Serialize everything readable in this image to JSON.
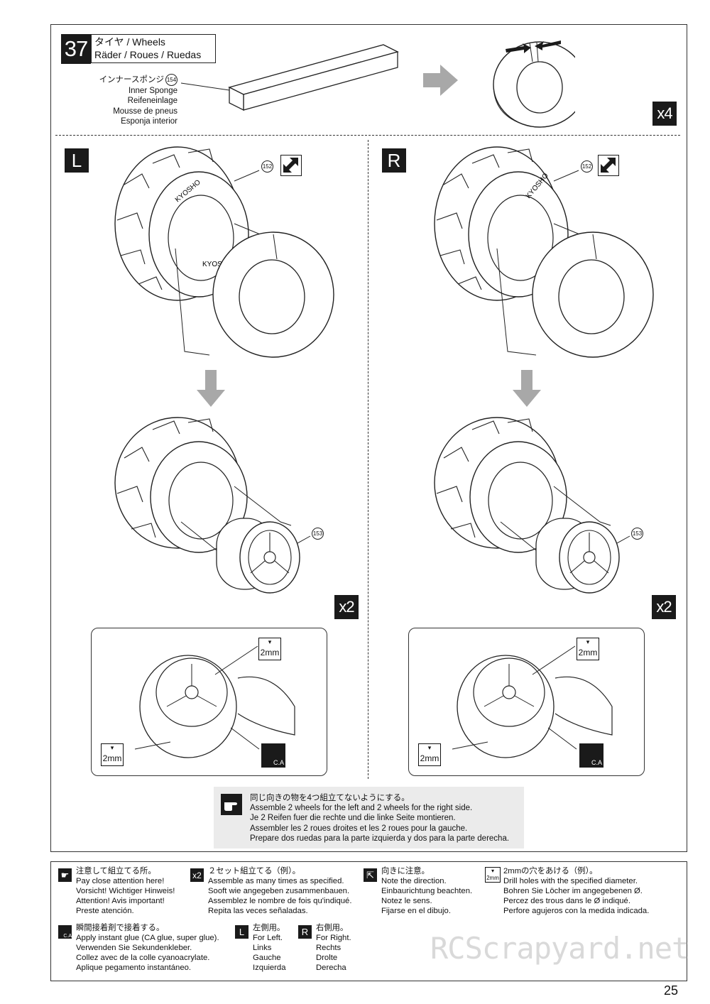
{
  "step": {
    "number": "37",
    "title_jp": "タイヤ / Wheels",
    "title_multi": "Räder / Roues / Ruedas"
  },
  "part": {
    "lines": [
      "インナースポンジ",
      "Inner Sponge",
      "Reifeneinlage",
      "Mousse de pneus",
      "Esponja interior"
    ],
    "number": "154"
  },
  "multipliers": {
    "sponge": "x4",
    "left": "x2",
    "right": "x2"
  },
  "sides": {
    "left": "L",
    "right": "R"
  },
  "parts": {
    "tire": "152",
    "wheel": "153"
  },
  "drill_label": "2mm",
  "ca_label": "C.A",
  "tire_brand": "KYOSHO",
  "note": {
    "lines": [
      "同じ向きの物を4つ組立てないようにする。",
      "Assemble 2 wheels for the left and 2 wheels for the right side.",
      "Je 2 Reifen fuer die rechte und die linke Seite montieren.",
      "Assembler les 2 roues droites et les 2 roues pour la gauche.",
      "Prepare dos ruedas para la parte izquierda y dos para la parte derecha."
    ]
  },
  "legend": {
    "attention": [
      "注意して組立てる所。",
      "Pay close attention here!",
      "Vorsicht!  Wichtiger Hinweis!",
      "Attention! Avis important!",
      "Preste atención."
    ],
    "times_icon": "x2",
    "times": [
      "２セット組立てる（例）。",
      "Assemble as many times as specified.",
      "Sooft wie angegeben zusammenbauen.",
      "Assemblez le nombre de fois qu'indiqué.",
      "Repita las veces señaladas."
    ],
    "direction": [
      "向きに注意。",
      "Note the direction.",
      "Einbaurichtung beachten.",
      "Notez le sens.",
      "Fijarse en el dibujo."
    ],
    "drill_icon": "2mm",
    "drill": [
      "2mmの穴をあける（例）。",
      "Drill holes with the specified diameter.",
      "Bohren Sie Löcher im angegebenen Ø.",
      "Percez des trous dans le Ø indiqué.",
      "Perfore agujeros con la medida indicada."
    ],
    "glue_icon": "C.A",
    "glue": [
      "瞬間接着剤で接着する。",
      "Apply instant glue (CA glue, super glue).",
      "Verwenden Sie Sekundenkleber.",
      "Collez avec de la colle cyanoacrylate.",
      "Aplique pegamento instantáneo."
    ],
    "left_icon": "L",
    "left": [
      "左側用。",
      "For Left.",
      "Links",
      "Gauche",
      "Izquierda"
    ],
    "right_icon": "R",
    "right": [
      "右側用。",
      "For Right.",
      "Rechts",
      "Drolte",
      "Derecha"
    ]
  },
  "page_number": "25",
  "watermark": "RCScrapyard.net",
  "colors": {
    "ink": "#1a1a1a",
    "note_bg": "#ebebeb",
    "arrow_gray": "#a8a8a8"
  }
}
